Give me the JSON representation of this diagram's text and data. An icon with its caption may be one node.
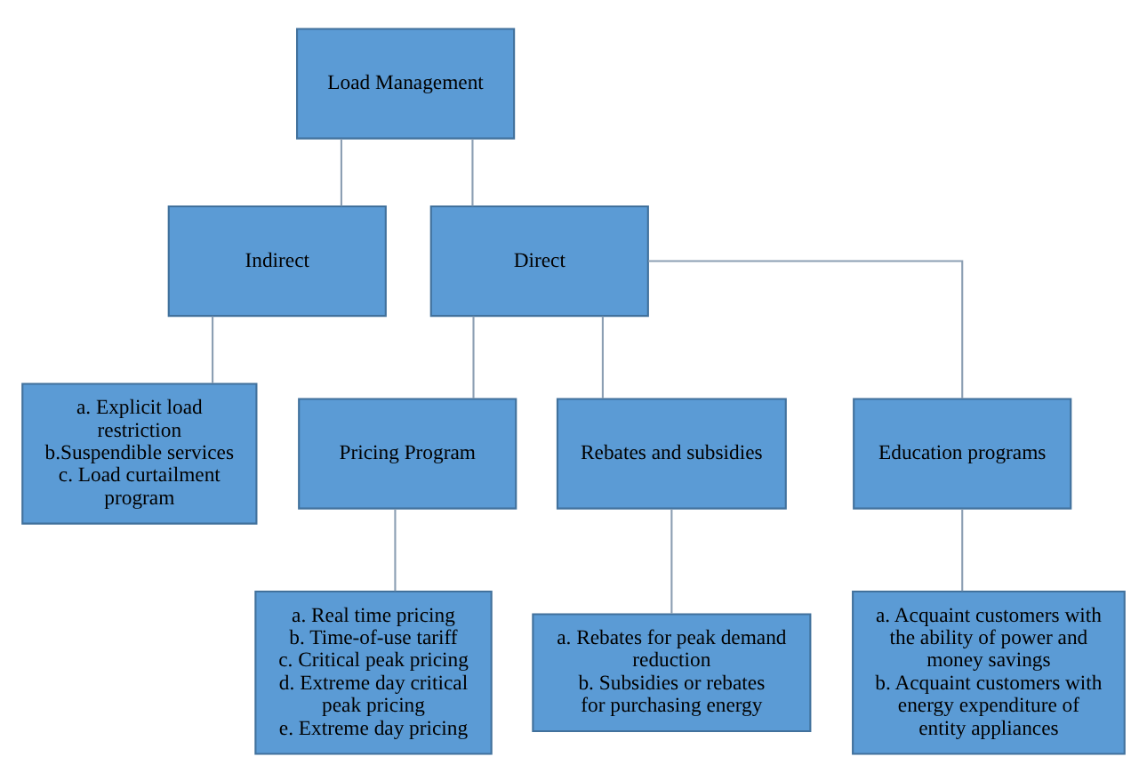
{
  "diagram": {
    "nodes": [
      {
        "text": [
          "Load Management"
        ]
      },
      {
        "text": [
          "Indirect"
        ]
      },
      {
        "text": [
          "Direct"
        ]
      },
      {
        "text": [
          "a. Explicit load restriction",
          "b.Suspendible services",
          "c. Load curtailment program"
        ]
      },
      {
        "text": [
          "Pricing Program"
        ]
      },
      {
        "text": [
          "Rebates and subsidies"
        ]
      },
      {
        "text": [
          "Education programs"
        ]
      },
      {
        "text": [
          "a. Real time pricing",
          "b. Time-of-use tariff",
          "c. Critical peak pricing",
          "d. Extreme day critical peak pricing",
          "e. Extreme day pricing"
        ]
      },
      {
        "text": [
          "a. Rebates for peak demand reduction",
          "b. Subsidies or rebates for purchasing energy"
        ]
      },
      {
        "text": [
          "a. Acquaint customers with the ability of power and money savings",
          "b. Acquaint customers with energy expenditure of entity appliances"
        ]
      }
    ],
    "edges": [
      {
        "from": 0,
        "to": 1,
        "arrow": "none"
      },
      {
        "from": 0,
        "to": 2,
        "arrow": "none"
      },
      {
        "from": 1,
        "to": 3,
        "arrow": "none"
      },
      {
        "from": 2,
        "to": 4,
        "arrow": "none"
      },
      {
        "from": 2,
        "to": 5,
        "arrow": "none"
      },
      {
        "from": 2,
        "to": 6,
        "arrow": "none"
      },
      {
        "from": 4,
        "to": 7,
        "arrow": "none"
      },
      {
        "from": 5,
        "to": 8,
        "arrow": "none"
      },
      {
        "from": 6,
        "to": 9,
        "arrow": "none"
      }
    ]
  }
}
